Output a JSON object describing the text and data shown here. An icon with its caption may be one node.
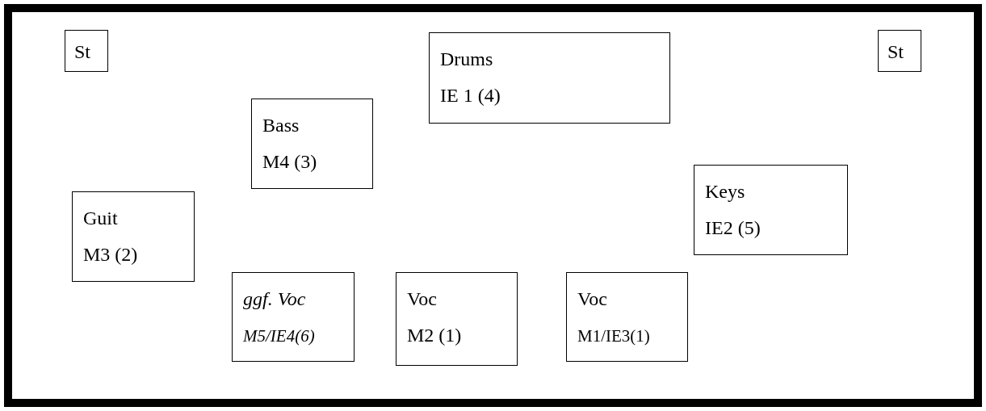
{
  "diagram": {
    "nodes": [
      {
        "text": [],
        "shape": "box"
      },
      {
        "text": [
          "St"
        ],
        "in": 0
      },
      {
        "text": [
          "Drums",
          "IE 1 (4)"
        ],
        "in": 0
      },
      {
        "text": [
          "St"
        ],
        "in": 0
      },
      {
        "text": [
          "Bass",
          "M4 (3)"
        ],
        "in": 0
      },
      {
        "text": [
          "Keys",
          "IE2 (5)"
        ],
        "in": 0
      },
      {
        "text": [
          "Guit",
          "M3 (2)"
        ],
        "in": 0
      },
      {
        "text": [
          "ggf. Voc",
          "M5/IE4(6)"
        ],
        "in": 0
      },
      {
        "text": [
          "Voc",
          "M2 (1)"
        ],
        "in": 0
      },
      {
        "text": [
          "Voc",
          "M1/IE3(1)"
        ],
        "in": 0
      }
    ]
  }
}
